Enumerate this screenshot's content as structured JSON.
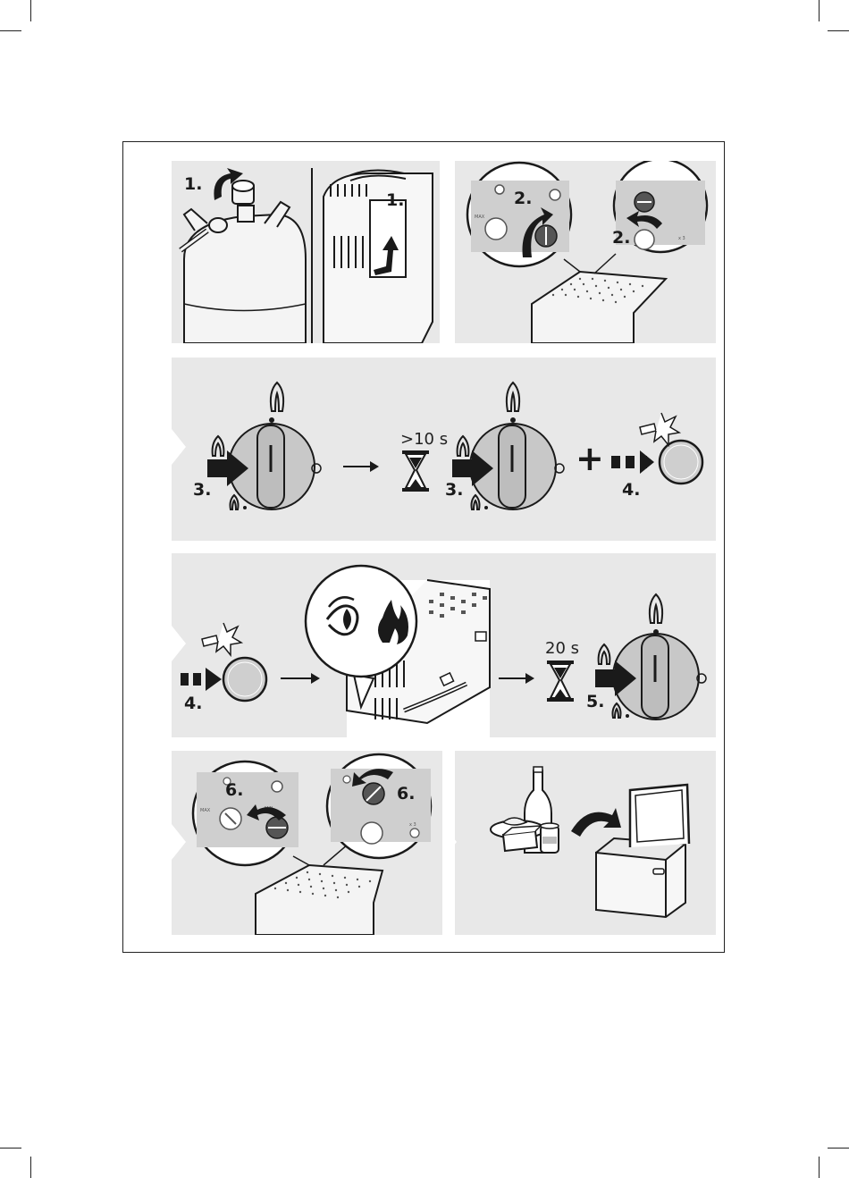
{
  "colors": {
    "panel_bg": "#e8e8e8",
    "ink": "#1a1a1a",
    "knob_grey": "#9a9a9a",
    "control_plate": "#cfcfcf"
  },
  "panel1": {
    "step_left": "1.",
    "step_right": "1."
  },
  "panel2": {
    "step_top": "2.",
    "step_right": "2."
  },
  "panel3": {
    "step_a": "3.",
    "timer": ">10 s",
    "step_b": "3.",
    "plus": "+",
    "step_c": "4."
  },
  "panel4": {
    "step_a": "4.",
    "timer": "20 s",
    "step_b": "5."
  },
  "panel5": {
    "step_a": "6.",
    "step_b": "6.",
    "dial_label_left": "MAX",
    "dial_label_mid": "MIN",
    "pump_label": "x 3"
  },
  "panel2_labels": {
    "dial_label": "MAX",
    "pump_label": "x 3"
  }
}
